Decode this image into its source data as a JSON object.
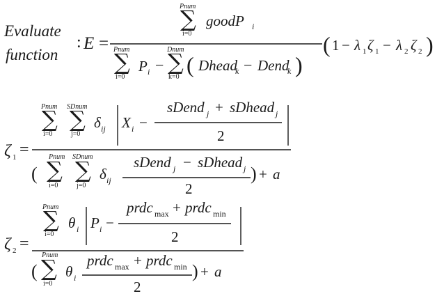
{
  "sym": {
    "sigma": "∑",
    "colon": ":",
    "E": "E",
    "eq": "=",
    "lparen": "(",
    "rparen": ")",
    "one": "1",
    "minus": "−",
    "plus": "+",
    "lambda": "λ",
    "zeta": "ζ",
    "delta": "δ",
    "theta": "θ",
    "sub1": "1",
    "sub2": "2",
    "two": "2",
    "a": "a"
  },
  "evaluate": {
    "line1": "Evaluate",
    "line2": "function"
  },
  "limits": {
    "Pnum": "Pnum",
    "Dnum": "Dnum",
    "SDnum": "SDnum",
    "i0": "i=0",
    "j0": "j=0",
    "k0": "k=0"
  },
  "terms": {
    "goodP": "goodP",
    "P": "P",
    "X": "X",
    "Dhead": "Dhead",
    "Dend": "Dend",
    "sDend": "sDend",
    "sDhead": "sDhead",
    "prdc": "prdc",
    "max": "max",
    "min": "min",
    "i": "i",
    "j": "j",
    "k": "k",
    "ij": "ij"
  }
}
